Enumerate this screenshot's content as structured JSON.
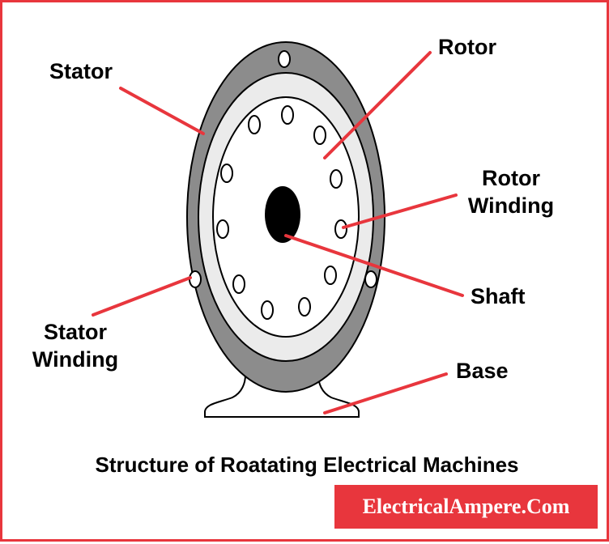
{
  "labels": {
    "stator": "Stator",
    "rotor": "Rotor",
    "rotor_winding_1": "Rotor",
    "rotor_winding_2": "Winding",
    "shaft": "Shaft",
    "stator_winding_1": "Stator",
    "stator_winding_2": "Winding",
    "base": "Base"
  },
  "caption": "Structure of Roatating Electrical Machines",
  "brand": "ElectricalAmpere.Com",
  "colors": {
    "frame_border": "#e8363d",
    "leader_line": "#e8363d",
    "stator_ring": "#8c8c8c",
    "gap_ring": "#ebebeb",
    "rotor_face": "#ffffff",
    "shaft": "#000000",
    "brand_bg": "#e8363d"
  }
}
